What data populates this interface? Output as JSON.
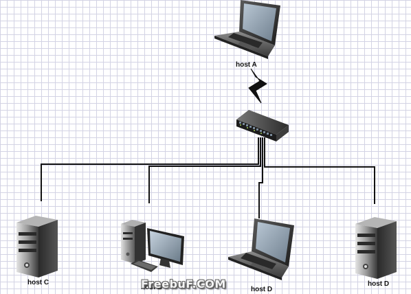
{
  "diagram": {
    "nodes": {
      "host_a": {
        "label": "host A",
        "device": "laptop-icon"
      },
      "host_b": {
        "label": "host B",
        "device": "desktop-computer-icon"
      },
      "host_c": {
        "label": "host C",
        "device": "server-tower-icon"
      },
      "host_d_laptop": {
        "label": "host D",
        "device": "laptop-icon"
      },
      "host_d_server": {
        "label": "host D",
        "device": "server-tower-icon"
      },
      "switch": {
        "label": "",
        "device": "network-switch-icon"
      }
    },
    "links": [
      {
        "from": "host A",
        "to": "switch",
        "type": "wireless"
      },
      {
        "from": "switch",
        "to": "host C",
        "type": "wired"
      },
      {
        "from": "switch",
        "to": "host B",
        "type": "wired"
      },
      {
        "from": "switch",
        "to": "host D",
        "type": "wired"
      },
      {
        "from": "switch",
        "to": "host D",
        "type": "wired"
      }
    ],
    "watermark": "FreebuF.COM",
    "colors": {
      "grid": "#d3d3e4",
      "wire": "#111111",
      "lightning": "#111111"
    }
  }
}
